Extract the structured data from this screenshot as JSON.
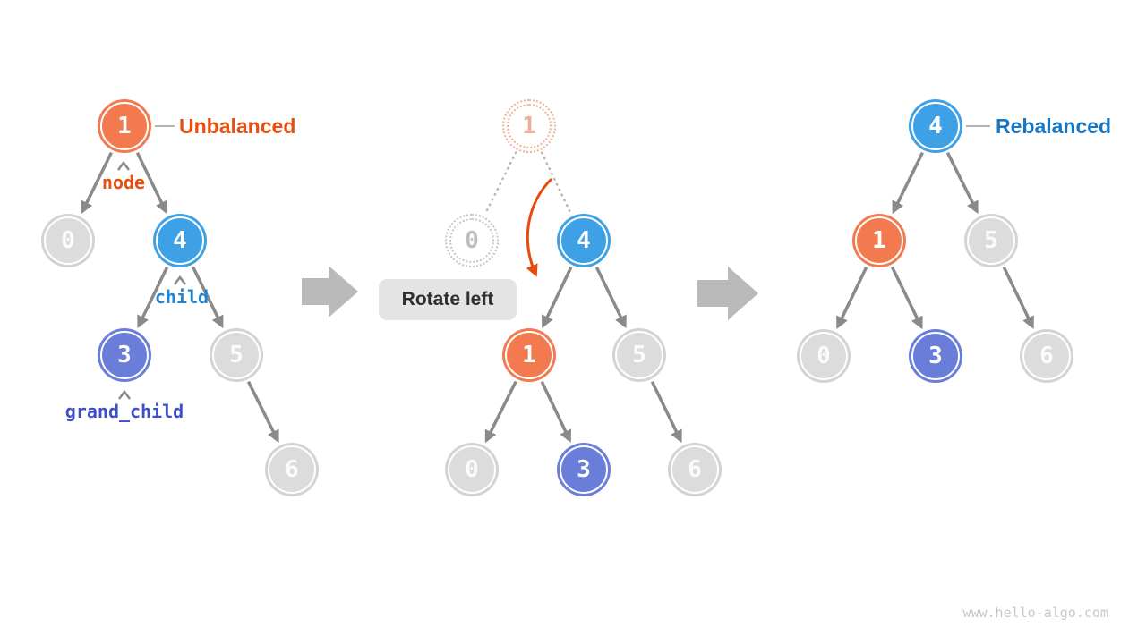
{
  "watermark": "www.hello-algo.com",
  "badge": {
    "rotate_left": "Rotate left"
  },
  "annotations": {
    "unbalanced": "Unbalanced",
    "node": "node",
    "child": "child",
    "grand_child": "grand_child",
    "rebalanced": "Rebalanced"
  },
  "colors": {
    "orange_node": "#F3794F",
    "blue_node": "#3EA1E6",
    "purple_node": "#6A7ED9",
    "gray_node": "#DCDCDC",
    "orange_text": "#E8500F",
    "blue_text": "#1777C5",
    "child_text": "#2185D3",
    "grand_child_text": "#3D50C8",
    "edge_gray": "#8A8A8A",
    "block_arrow_gray": "#BABABA",
    "rotate_arrow_orange": "#E8490E",
    "ghost_orange": "#F3B29B",
    "ghost_gray": "#C6C6C6"
  },
  "trees": {
    "left": {
      "nodes": {
        "n1": "1",
        "n0": "0",
        "n4": "4",
        "n3": "3",
        "n5": "5",
        "n6": "6"
      }
    },
    "middle": {
      "ghosts": {
        "g1": "1",
        "g0": "0"
      },
      "nodes": {
        "n4": "4",
        "n1": "1",
        "n5": "5",
        "n0": "0",
        "n3": "3",
        "n6": "6"
      }
    },
    "right": {
      "nodes": {
        "n4": "4",
        "n1": "1",
        "n5": "5",
        "n0": "0",
        "n3": "3",
        "n6": "6"
      }
    }
  }
}
